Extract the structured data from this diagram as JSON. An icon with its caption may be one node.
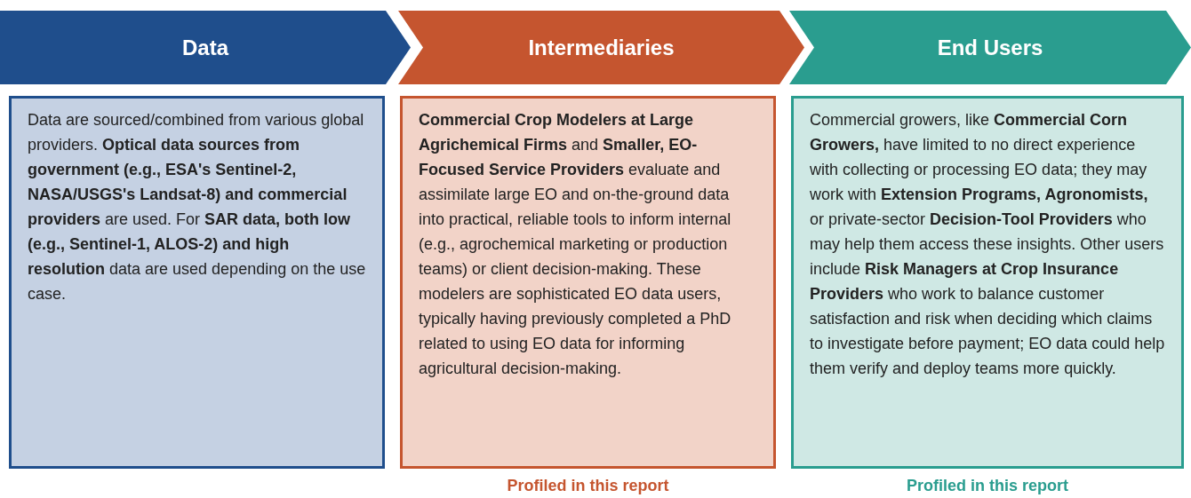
{
  "diagram": {
    "nodes": [
      {
        "text": [
          "Data"
        ]
      },
      {
        "text": [
          "Intermediaries"
        ]
      },
      {
        "text": [
          "End Users"
        ]
      },
      {
        "text": [
          "Data are sourced/combined from various global providers. **Optical data sources from government (e.g., ESA's Sentinel-2, NASA/USGS's Landsat-8) and commercial providers** are used. For **SAR data, both low (e.g., Sentinel-1, ALOS-2) and high resolution** data are used depending on the use case."
        ]
      },
      {
        "text": [
          "**Commercial Crop Modelers at Large Agrichemical Firms** and **Smaller, EO-Focused Service Providers** evaluate and assimilate large EO and on-the-ground data into practical, reliable tools to inform internal (e.g., agrochemical marketing or production teams) or client decision-making. These modelers are sophisticated EO data users, typically having previously completed a PhD related to using EO data for informing agricultural decision-making."
        ],
        "beside": [
          "Profiled in this report"
        ]
      },
      {
        "text": [
          "Commercial growers, like **Commercial Corn Growers,** have limited to no direct experience with collecting or processing EO data; they may work with **Extension Programs, Agronomists,** or private-sector **Decision-Tool Providers** who may help them access these insights. Other users include **Risk Managers at Crop Insurance Providers** who work to balance customer satisfaction and risk when deciding which claims to investigate before payment; EO data could help them verify and deploy teams more quickly."
        ],
        "beside": [
          "Profiled in this report"
        ]
      }
    ],
    "edges": []
  }
}
